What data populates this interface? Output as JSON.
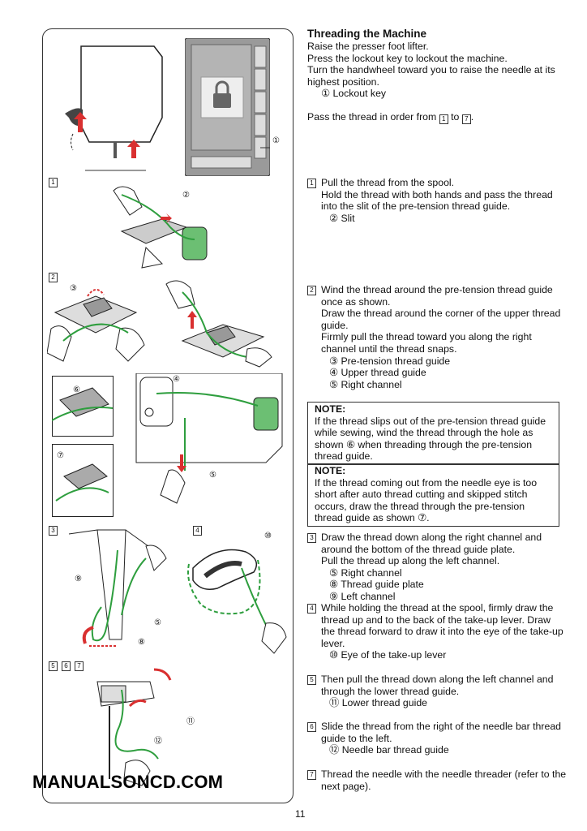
{
  "title": "Threading the Machine",
  "intro": [
    "Raise the presser foot lifter.",
    "Press the lockout key to lockout the machine.",
    "Turn the handwheel toward you to raise the needle at its highest position."
  ],
  "intro_item": "① Lockout key",
  "pass_text_pre": "Pass the thread in order from",
  "pass_from": "1",
  "pass_mid": "to",
  "pass_to": "7",
  "pass_end": ".",
  "steps": {
    "s1": {
      "num": "1",
      "lines": [
        "Pull the thread from the spool.",
        "Hold the thread with both hands and pass the thread into the slit of the pre-tension thread guide."
      ],
      "items": [
        "② Slit"
      ]
    },
    "s2": {
      "num": "2",
      "lines": [
        "Wind the thread around the pre-tension thread guide once as shown.",
        "Draw the thread around the corner of the upper thread guide.",
        "Firmly pull the thread toward you along the right channel until the thread snaps."
      ],
      "items": [
        "③ Pre-tension thread guide",
        "④ Upper thread guide",
        "⑤ Right channel"
      ]
    },
    "s3": {
      "num": "3",
      "lines": [
        "Draw the thread down along the right channel and around the bottom of the thread guide plate.",
        "Pull the thread up along the left channel."
      ],
      "items": [
        "⑤ Right channel",
        "⑧ Thread guide plate",
        "⑨ Left channel"
      ]
    },
    "s4": {
      "num": "4",
      "lines": [
        "While holding the thread at the spool, firmly draw the thread up and to the back of the take-up lever. Draw the thread forward to draw it into the eye of the take-up lever."
      ],
      "items": [
        "⑩ Eye of the take-up lever"
      ]
    },
    "s5": {
      "num": "5",
      "lines": [
        "Then pull the thread down along the left channel and through the lower thread guide."
      ],
      "items": [
        "⑪ Lower thread guide"
      ]
    },
    "s6": {
      "num": "6",
      "lines": [
        "Slide the thread from the right of the needle bar thread guide to the left."
      ],
      "items": [
        "⑫ Needle bar thread guide"
      ]
    },
    "s7": {
      "num": "7",
      "lines": [
        "Thread the needle with the needle threader (refer to the next page)."
      ]
    }
  },
  "note1": {
    "label": "NOTE:",
    "text": "If the thread slips out of the pre-tension thread guide while sewing, wind the thread through the hole as shown ⑥ when threading through the pre-tension thread guide."
  },
  "note2": {
    "label": "NOTE:",
    "text": "If the thread coming out from the needle eye is too short after auto thread cutting and skipped stitch occurs, draw the thread through the pre-tension thread guide as shown ⑦."
  },
  "figure_labels": {
    "c1": "①",
    "c2": "②",
    "c3": "③",
    "c4": "④",
    "c5a": "⑤",
    "c5b": "⑤",
    "c6": "⑥",
    "c7": "⑦",
    "c8": "⑧",
    "c9": "⑨",
    "c10": "⑩",
    "c11": "⑪",
    "c12": "⑫",
    "f1": "1",
    "f2": "2",
    "f3": "3",
    "f4": "4",
    "f5": "5",
    "f6": "6",
    "f7": "7"
  },
  "watermark": "MANUALSONCD.COM",
  "page_number": "11",
  "colors": {
    "thread": "#2e9e3e",
    "arrow": "#d93030",
    "screen": "#a9a9a9"
  }
}
